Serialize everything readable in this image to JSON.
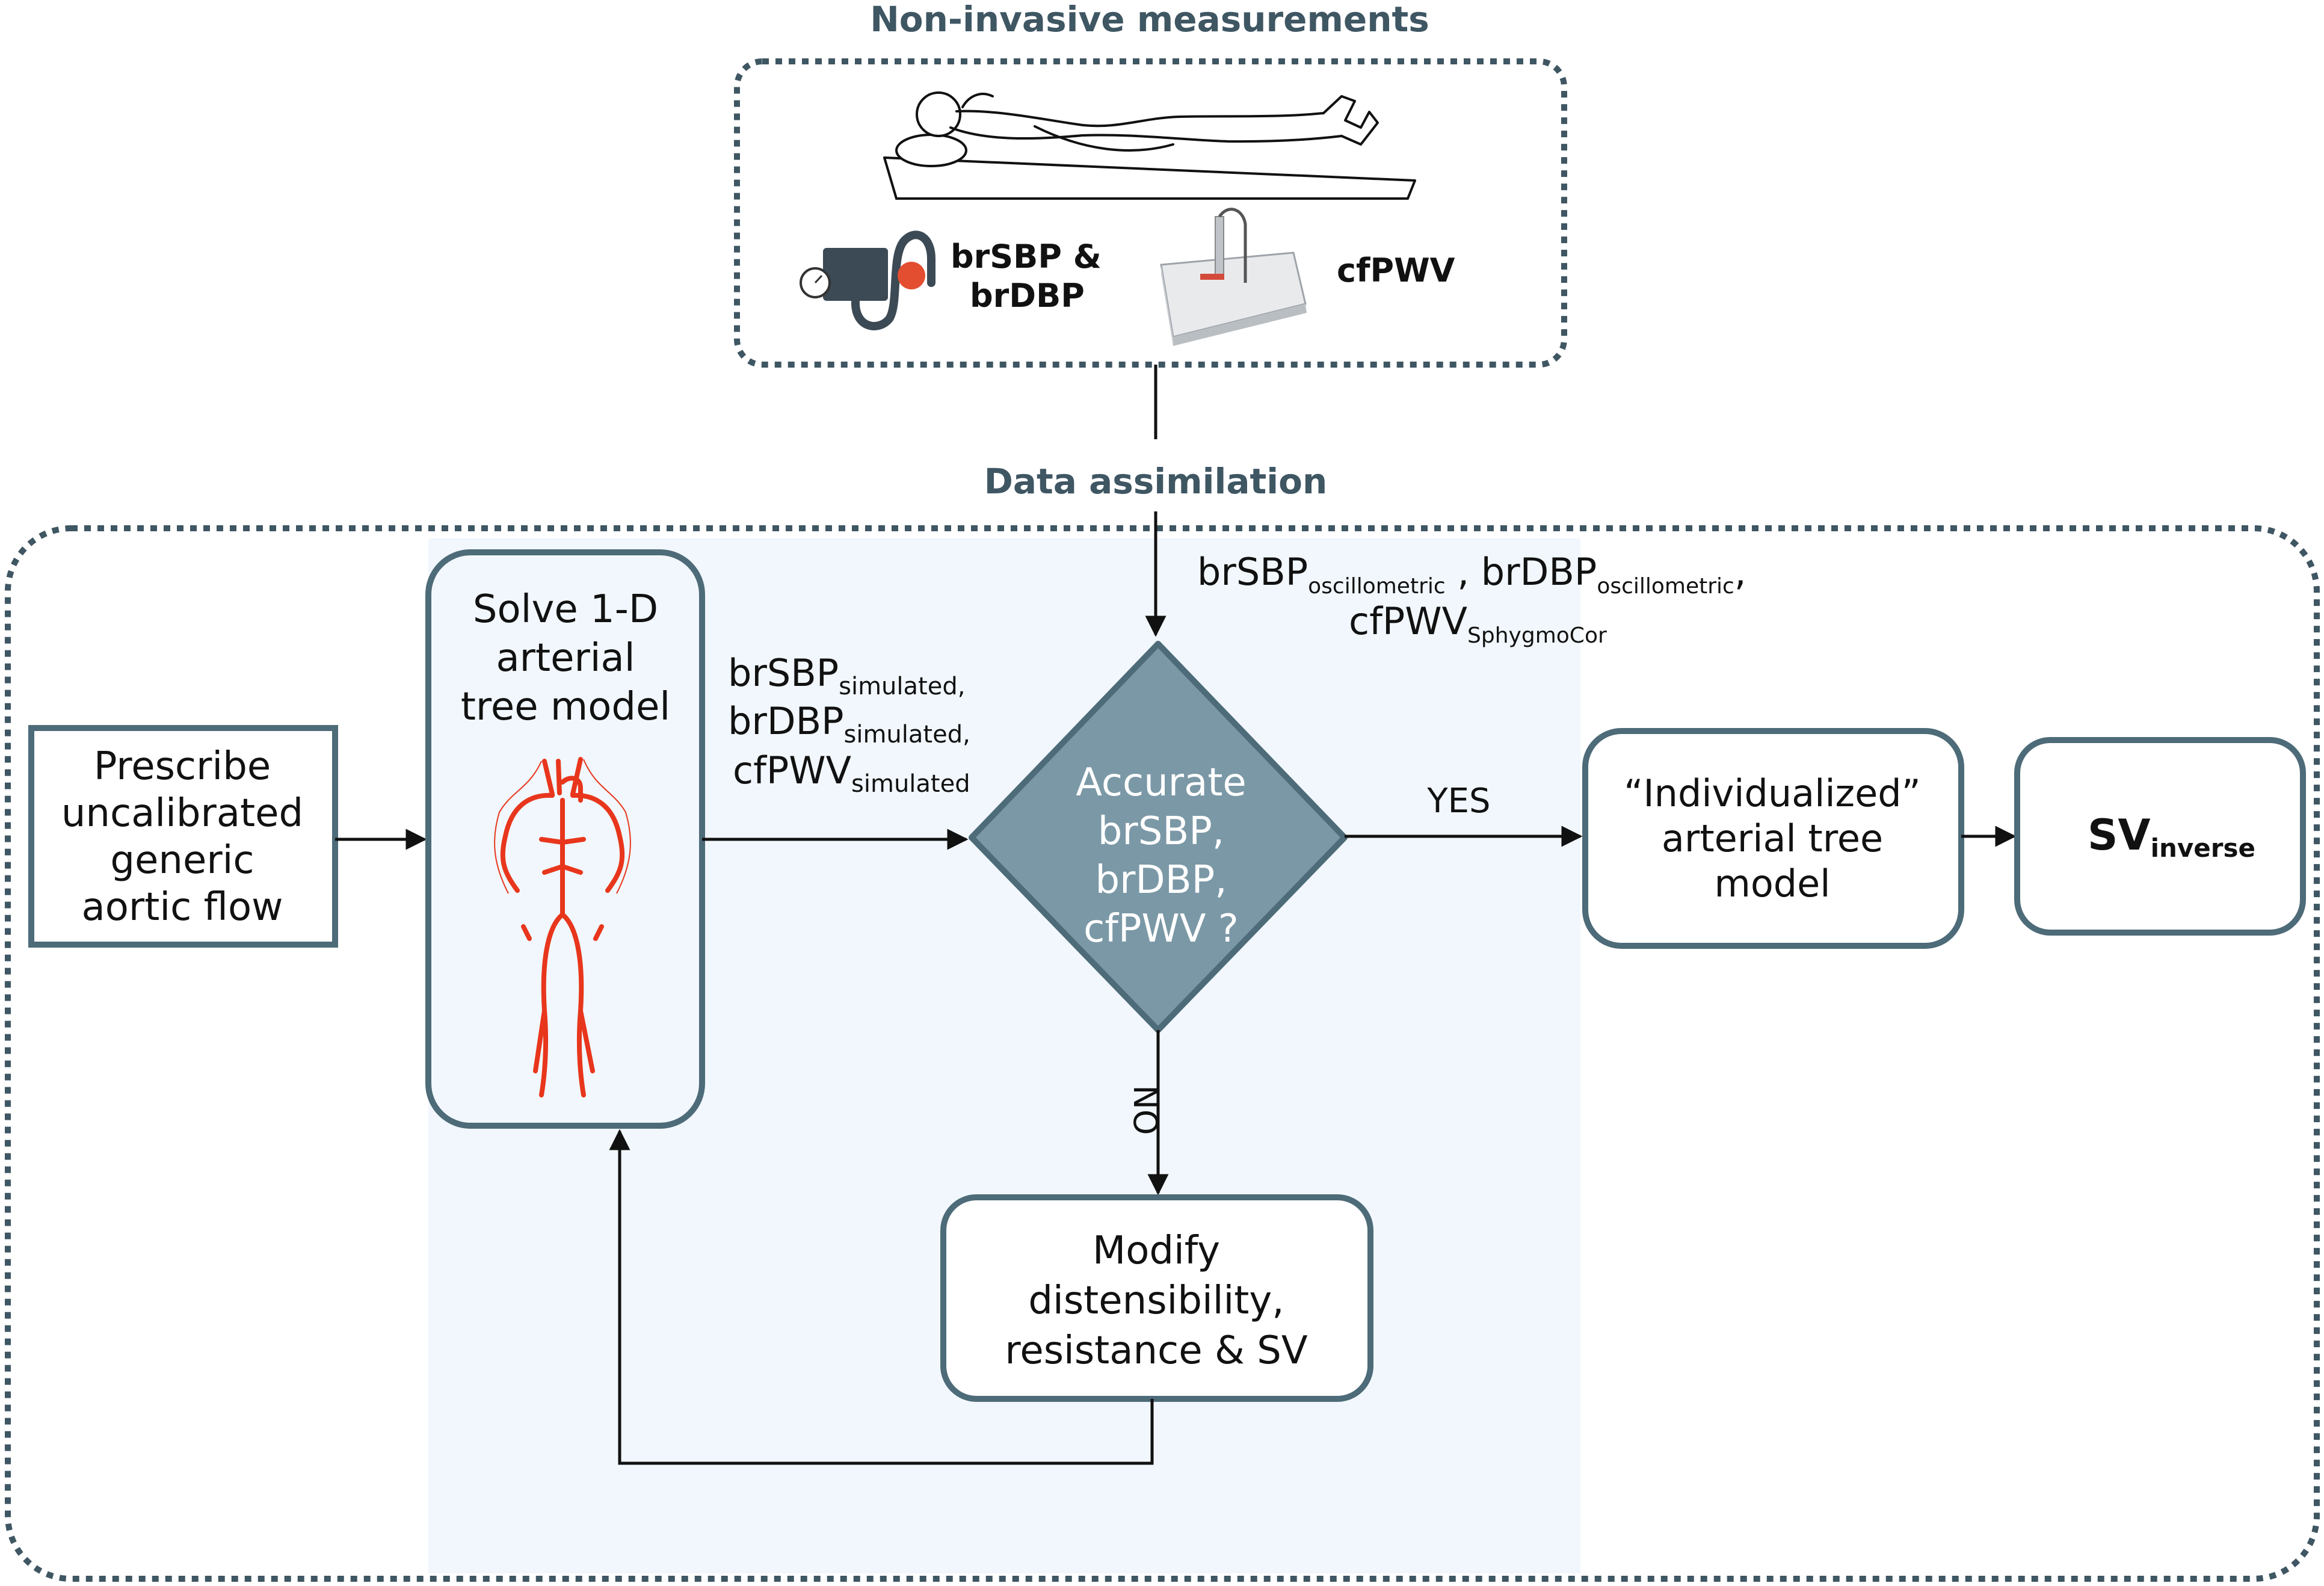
{
  "colors": {
    "accent_dark": "#3f5663",
    "box_border": "#4d6b78",
    "diamond_fill": "#7b98a6",
    "panel_fill": "#f1f7fc",
    "vessel_red": "#e8361c",
    "arrow": "#111111"
  },
  "header": {
    "title": "Non-invasive measurements"
  },
  "measurements": {
    "bp_label_line1": "brSBP &",
    "bp_label_line2": "brDBP",
    "pwv_label": "cfPWV",
    "icons": [
      "patient-lying-icon",
      "sphygmomanometer-icon",
      "sphygmocor-device-icon"
    ]
  },
  "assimilation": {
    "title": "Data assimilation",
    "measured": {
      "sbp_base": "brSBP",
      "sbp_sub": "oscillometric",
      "sep1": " , ",
      "dbp_base": "brDBP",
      "dbp_sub": "oscillometric",
      "sep2": ",",
      "pwv_base": "cfPWV",
      "pwv_sub": "SphygmoCor"
    },
    "simulated": {
      "sbp_base": "brSBP",
      "sbp_sub": "simulated,",
      "dbp_base": "brDBP",
      "dbp_sub": "simulated,",
      "pwv_base": "cfPWV",
      "pwv_sub": "simulated"
    }
  },
  "nodes": {
    "prescribe": [
      "Prescribe",
      "uncalibrated",
      "generic",
      "aortic flow"
    ],
    "solve": [
      "Solve 1-D",
      "arterial",
      "tree model"
    ],
    "decision": [
      "Accurate",
      "brSBP,",
      "brDBP,",
      "cfPWV ?"
    ],
    "individualized": [
      "“Individualized”",
      "arterial tree",
      "model"
    ],
    "sv_base": "SV",
    "sv_sub": "inverse",
    "modify": [
      "Modify",
      "distensibility,",
      "resistance & SV"
    ]
  },
  "edges": {
    "yes": "YES",
    "no": "NO"
  }
}
